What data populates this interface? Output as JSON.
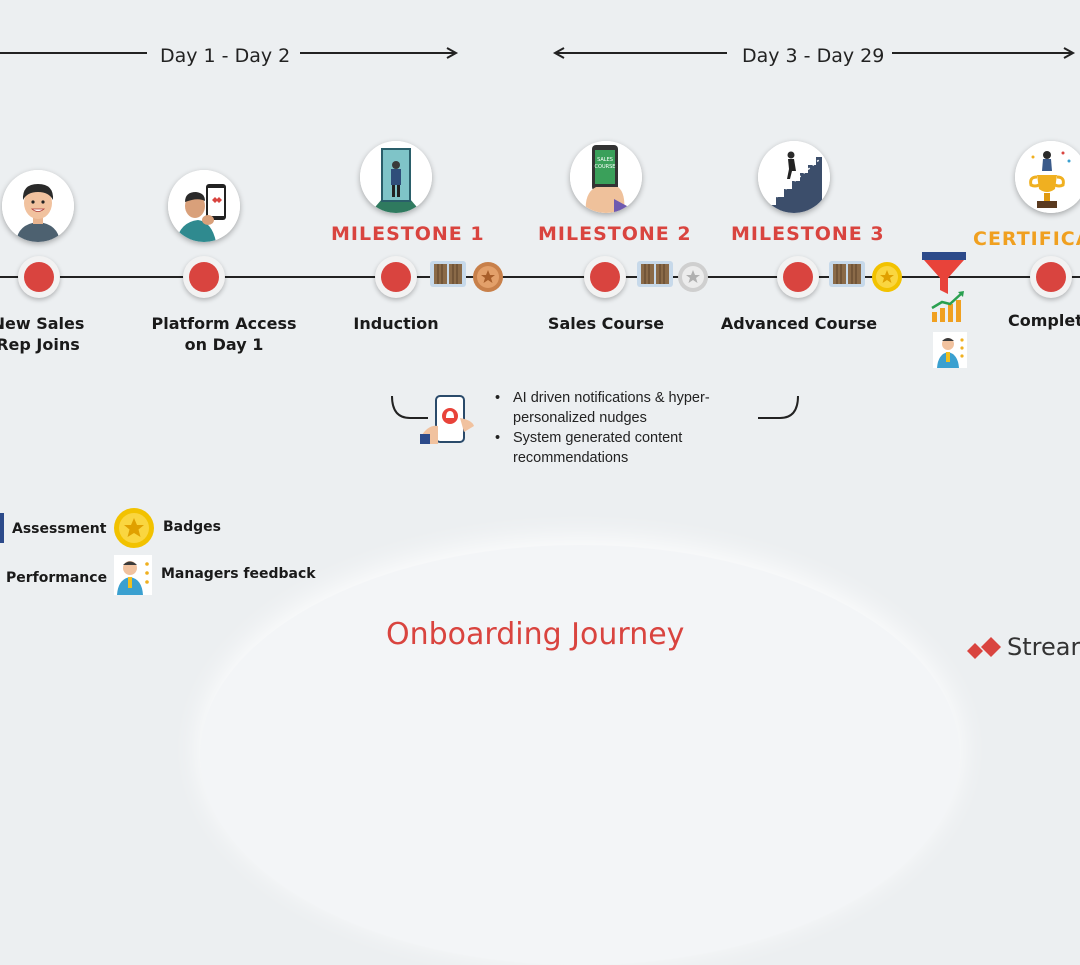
{
  "periods": [
    {
      "label": "Day 1 - Day 2"
    },
    {
      "label": "Day 3 - Day 29"
    }
  ],
  "milestones": [
    "MILESTONE 1",
    "MILESTONE 2",
    "MILESTONE 3"
  ],
  "certification": "CERTIFICA",
  "steps": [
    {
      "line1": "New Sales",
      "line2": "Rep Joins"
    },
    {
      "line1": "Platform Access",
      "line2": "on Day 1"
    },
    {
      "line1": "Induction",
      "line2": ""
    },
    {
      "line1": "Sales Course",
      "line2": ""
    },
    {
      "line1": "Advanced Course",
      "line2": ""
    },
    {
      "line1": "Complet",
      "line2": ""
    }
  ],
  "phone_screen_text": "SALES COURSE",
  "notes": [
    "AI driven notifications & hyper-",
    "personalized nudges",
    "System generated content",
    "recommendations"
  ],
  "legend": {
    "assessment": "Assessment",
    "performance": "Performance",
    "badges": "Badges",
    "managers_feedback": "Managers feedback"
  },
  "footer": {
    "title": "Onboarding Journey",
    "brand": "Strear"
  },
  "colors": {
    "accent_red": "#d9443f",
    "certification_orange": "#f0a020",
    "badge_gold": "#f2c200",
    "badge_bronze": "#c8804a",
    "badge_silver": "#cfcfcf"
  },
  "icons": [
    "gate-icon",
    "bronze-badge-icon",
    "silver-badge-icon",
    "gold-badge-icon",
    "funnel-icon",
    "growth-chart-icon",
    "manager-feedback-icon",
    "phone-notification-icon",
    "trophy-icon"
  ]
}
